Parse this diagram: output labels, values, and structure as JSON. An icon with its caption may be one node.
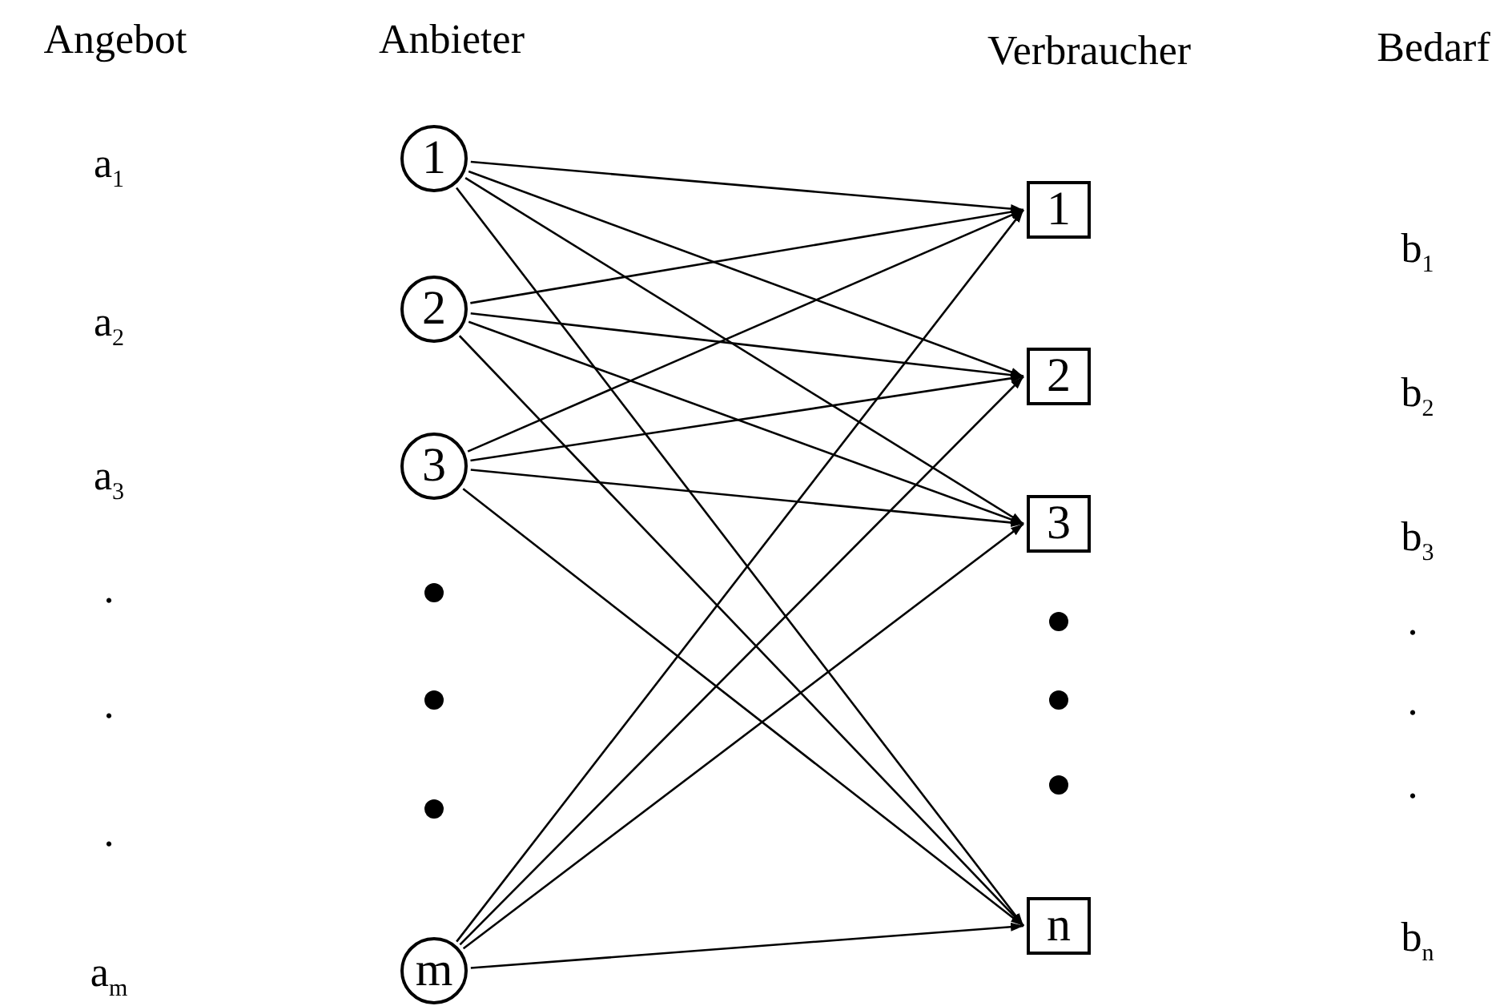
{
  "diagram": {
    "nodes": [
      {
        "text": [
          "1"
        ]
      },
      {
        "text": [
          "2"
        ]
      },
      {
        "text": [
          "3"
        ]
      },
      {
        "text": [
          "m"
        ]
      },
      {
        "text": [
          "1"
        ]
      },
      {
        "text": [
          "2"
        ]
      },
      {
        "text": [
          "3"
        ]
      },
      {
        "text": [
          "n"
        ]
      }
    ],
    "edges": [
      {
        "from": 0,
        "to": 4,
        "arrow": "to"
      },
      {
        "from": 0,
        "to": 5,
        "arrow": "to"
      },
      {
        "from": 0,
        "to": 6,
        "arrow": "to"
      },
      {
        "from": 0,
        "to": 7,
        "arrow": "to"
      },
      {
        "from": 1,
        "to": 4,
        "arrow": "to"
      },
      {
        "from": 1,
        "to": 5,
        "arrow": "to"
      },
      {
        "from": 1,
        "to": 6,
        "arrow": "to"
      },
      {
        "from": 1,
        "to": 7,
        "arrow": "to"
      },
      {
        "from": 2,
        "to": 4,
        "arrow": "to"
      },
      {
        "from": 2,
        "to": 5,
        "arrow": "to"
      },
      {
        "from": 2,
        "to": 6,
        "arrow": "to"
      },
      {
        "from": 2,
        "to": 7,
        "arrow": "to"
      },
      {
        "from": 3,
        "to": 4,
        "arrow": "to"
      },
      {
        "from": 3,
        "to": 5,
        "arrow": "to"
      },
      {
        "from": 3,
        "to": 6,
        "arrow": "to"
      },
      {
        "from": 3,
        "to": 7,
        "arrow": "to"
      }
    ],
    "labels": [
      "Angebot",
      "Anbieter",
      "Verbraucher",
      "Bedarf",
      "a$_{1}$",
      "b$_{1}$",
      "a$_{2}$",
      "b$_{2}$",
      "a$_{3}$",
      "b$_{3}$",
      ".",
      ".",
      ".",
      ".",
      ".",
      ".",
      "b$_{n}$",
      "a$_{m}$"
    ]
  }
}
